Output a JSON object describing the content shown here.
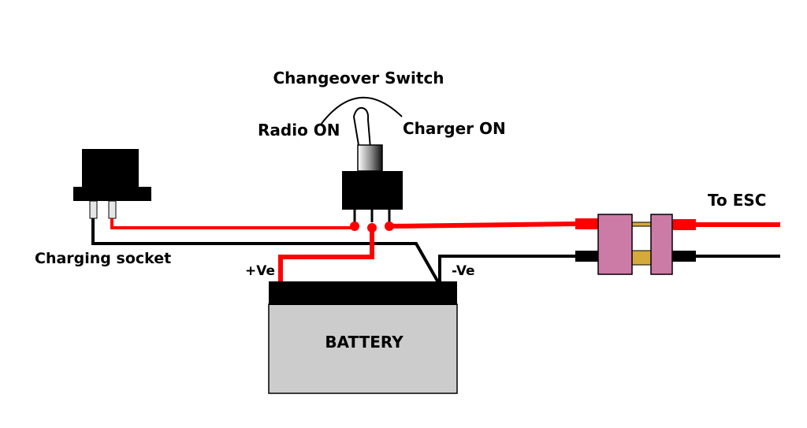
{
  "labels": {
    "switch_title": "Changeover Switch",
    "radio_on": "Radio ON",
    "charger_on": "Charger ON",
    "charging_socket": "Charging socket",
    "to_esc": "To ESC",
    "battery": "BATTERY",
    "positive": "+Ve",
    "negative": "-Ve"
  },
  "colors": {
    "positive_wire": "#ff0000",
    "negative_wire": "#000000",
    "battery_body": "#cccccc",
    "connector": "#cc7aa6",
    "connector_pin": "#d4aa3a"
  }
}
